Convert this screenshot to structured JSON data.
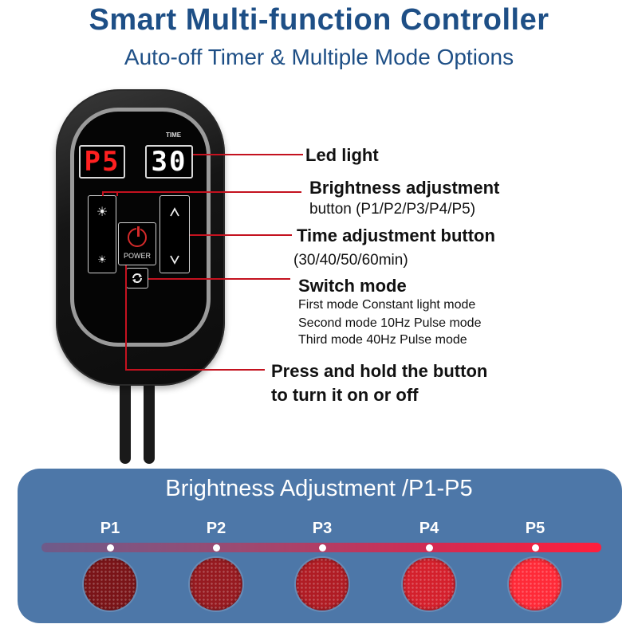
{
  "header": {
    "title": "Smart Multi-function Controller",
    "subtitle": "Auto-off Timer & Multiple Mode Options"
  },
  "controller": {
    "mode_display": "P5",
    "time_display": "30",
    "time_label": "TIME",
    "power_label": "POWER",
    "icons": [
      "sun-icon",
      "sun-icon",
      "chevron-up-icon",
      "chevron-down-icon",
      "power-icon",
      "refresh-icon"
    ]
  },
  "callouts": {
    "led": "Led light",
    "brightness_title": "Brightness adjustment",
    "brightness_sub": "button (P1/P2/P3/P4/P5)",
    "time_title": "Time adjustment button",
    "time_sub": "(30/40/50/60min)",
    "switch_title": "Switch mode",
    "switch_lines": [
      "First mode Constant light mode",
      "Second mode 10Hz Pulse mode",
      "Third mode 40Hz Pulse mode"
    ],
    "power_line1": "Press and hold the button",
    "power_line2": "to turn it on or off"
  },
  "brightness_panel": {
    "title": "Brightness Adjustment /P1-P5",
    "levels": [
      {
        "label": "P1",
        "color": "#7a1418"
      },
      {
        "label": "P2",
        "color": "#961a20"
      },
      {
        "label": "P3",
        "color": "#b01c24"
      },
      {
        "label": "P4",
        "color": "#d4202c"
      },
      {
        "label": "P5",
        "color": "#ff2a38"
      }
    ]
  },
  "colors": {
    "title": "#1e4f86",
    "leader": "#c4121f",
    "panel": "#4d77a8",
    "segment": "#ff2020"
  }
}
